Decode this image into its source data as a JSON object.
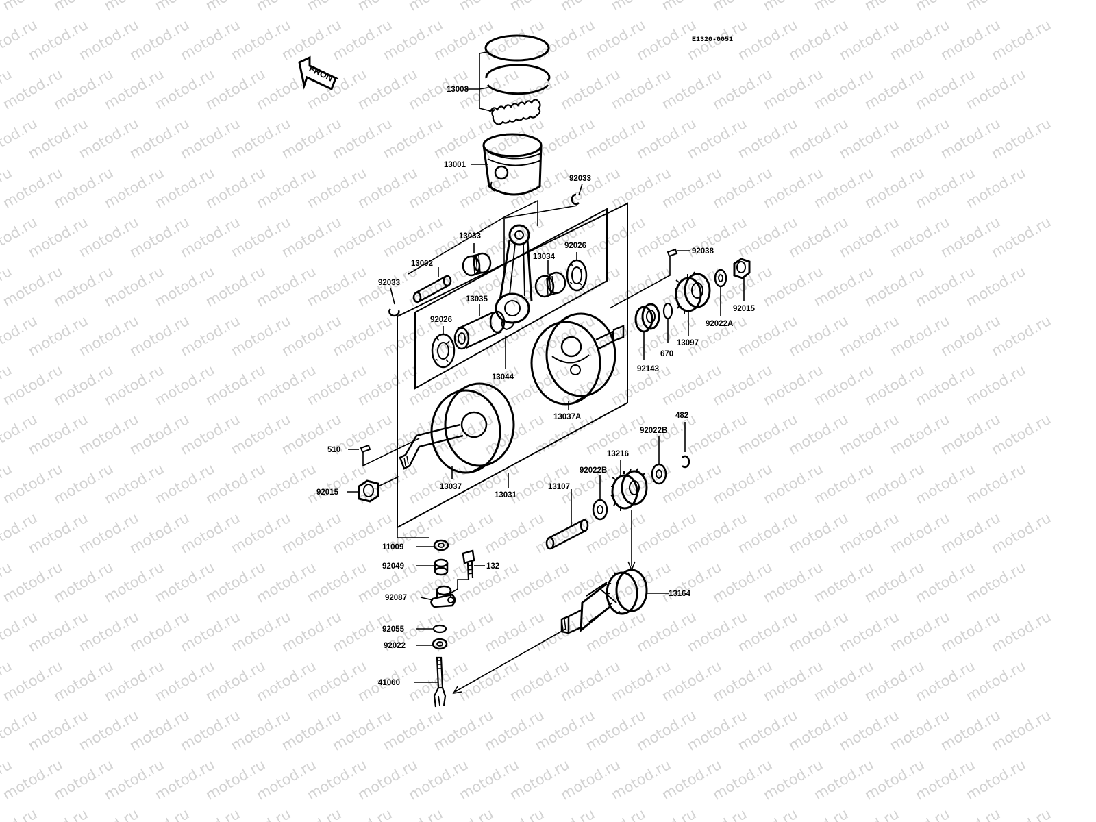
{
  "diagram_code": "E1320-0051",
  "direction_label": "FRONT",
  "watermark_text": "motod.ru",
  "parts": {
    "p13008": "13008",
    "p13001": "13001",
    "p92033_top": "92033",
    "p13033": "13033",
    "p13002": "13002",
    "p92033_left": "92033",
    "p13034": "13034",
    "p92026_top": "92026",
    "p13035": "13035",
    "p92026_left": "92026",
    "p13044": "13044",
    "p92038": "92038",
    "p92015_right": "92015",
    "p92022A": "92022A",
    "p13097": "13097",
    "p670": "670",
    "p92143": "92143",
    "p13037A": "13037A",
    "p482": "482",
    "p92022B_top": "92022B",
    "p13216": "13216",
    "p92022B_left": "92022B",
    "p510": "510",
    "p92015_left": "92015",
    "p13037": "13037",
    "p13031": "13031",
    "p13107": "13107",
    "p11009": "11009",
    "p92049": "92049",
    "p132": "132",
    "p92087": "92087",
    "p13164": "13164",
    "p92055": "92055",
    "p92022": "92022",
    "p41060": "41060"
  }
}
